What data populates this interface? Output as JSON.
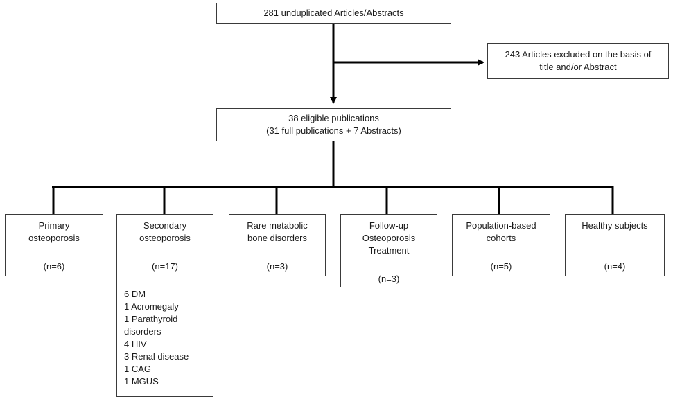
{
  "flow": {
    "top": {
      "text": "281 unduplicated Articles/Abstracts"
    },
    "excluded": {
      "line1": "243 Articles excluded on the basis of",
      "line2": "title and/or Abstract"
    },
    "eligible": {
      "line1": "38 eligible publications",
      "line2": "(31 full publications + 7 Abstracts)"
    },
    "categories": [
      {
        "lines": [
          "Primary",
          "osteoporosis"
        ],
        "count": "(n=6)"
      },
      {
        "lines": [
          "Secondary",
          "osteoporosis"
        ],
        "count": "(n=17)",
        "breakdown": [
          "6 DM",
          "1 Acromegaly",
          "1 Parathyroid",
          "disorders",
          "4 HIV",
          "3 Renal disease",
          "1 CAG",
          "1 MGUS"
        ]
      },
      {
        "lines": [
          "Rare metabolic",
          "bone disorders"
        ],
        "count": "(n=3)"
      },
      {
        "lines": [
          "Follow-up",
          "Osteoporosis",
          "Treatment"
        ],
        "count": "(n=3)"
      },
      {
        "lines": [
          "Population-based",
          "cohorts"
        ],
        "count": "(n=5)"
      },
      {
        "lines": [
          "Healthy subjects"
        ],
        "count": "(n=4)"
      }
    ]
  },
  "colors": {
    "line": "#000000",
    "border": "#3a3a3a",
    "text": "#1a1a1a"
  }
}
